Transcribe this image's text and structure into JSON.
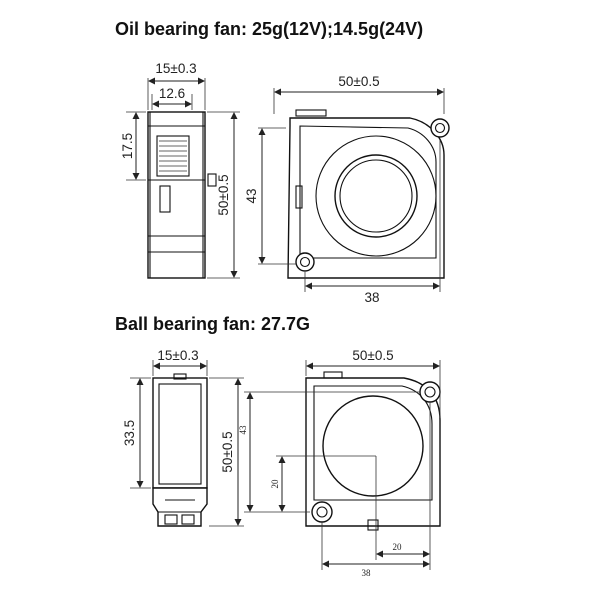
{
  "oil_section": {
    "heading": "Oil bearing fan: 25g(12V);14.5g(24V)",
    "side_view": {
      "width_label": "15±0.3",
      "inner_width_label": "12.6",
      "height_label": "17.5",
      "total_height_label": "50±0.5"
    },
    "front_view": {
      "width_label": "50±0.5",
      "height_label": "43",
      "bottom_label": "38"
    }
  },
  "ball_section": {
    "heading": "Ball bearing fan: 27.7G",
    "side_view": {
      "width_label": "15±0.3",
      "height_label": "33.5",
      "total_height_label": "50±0.5"
    },
    "front_view": {
      "width_label": "50±0.5",
      "height_label": "43",
      "offset_label": "20",
      "bottom_offset_label": "20",
      "bottom_label": "38"
    }
  },
  "colors": {
    "line": "#222222",
    "background": "#ffffff"
  }
}
